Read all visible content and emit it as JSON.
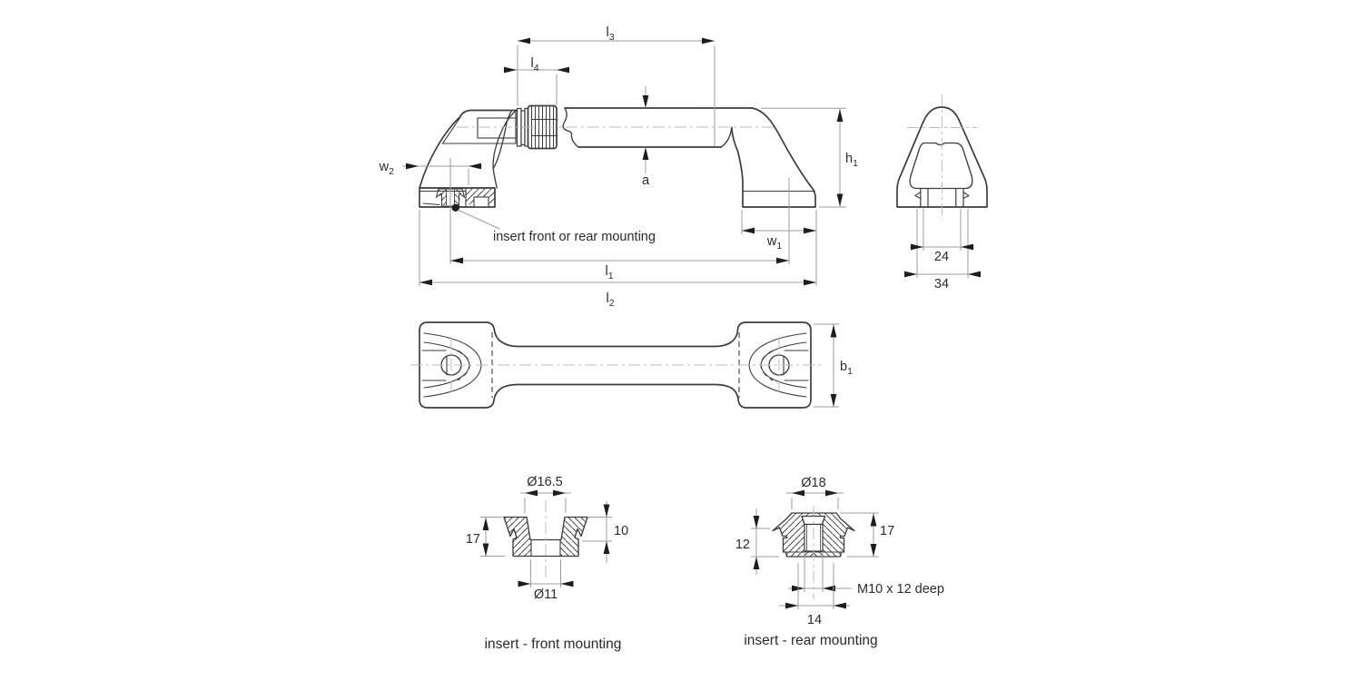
{
  "drawing": {
    "side_view": {
      "dims": {
        "l3": {
          "base": "l",
          "sub": "3"
        },
        "l4": {
          "base": "l",
          "sub": "4"
        },
        "a": {
          "base": "a",
          "sub": ""
        },
        "h1": {
          "base": "h",
          "sub": "1"
        },
        "w2": {
          "base": "w",
          "sub": "2"
        },
        "w1": {
          "base": "w",
          "sub": "1"
        },
        "l1": {
          "base": "l",
          "sub": "1"
        },
        "l2": {
          "base": "l",
          "sub": "2"
        }
      },
      "note": "insert front or rear mounting"
    },
    "end_view": {
      "dims": {
        "insert_spacing": "24",
        "base_width": "34"
      }
    },
    "top_view": {
      "dims": {
        "b1": {
          "base": "b",
          "sub": "1"
        }
      }
    },
    "front_insert": {
      "caption": "insert - front mounting",
      "dims": {
        "top_diameter": "Ø16.5",
        "height": "17",
        "counterbore_depth": "10",
        "bottom_diameter": "Ø11"
      }
    },
    "rear_insert": {
      "caption": "insert - rear mounting",
      "dims": {
        "top_diameter": "Ø18",
        "body_height": "12",
        "height": "17",
        "thread": "M10 x 12 deep",
        "base_width": "14"
      }
    },
    "colors": {
      "outline": "#3d3d3d",
      "dimension_line": "#9c9c9c",
      "centerline": "#bdbdbd",
      "arrowhead": "#1d1d1d",
      "text": "#2b2b2b",
      "background": "#ffffff"
    }
  }
}
